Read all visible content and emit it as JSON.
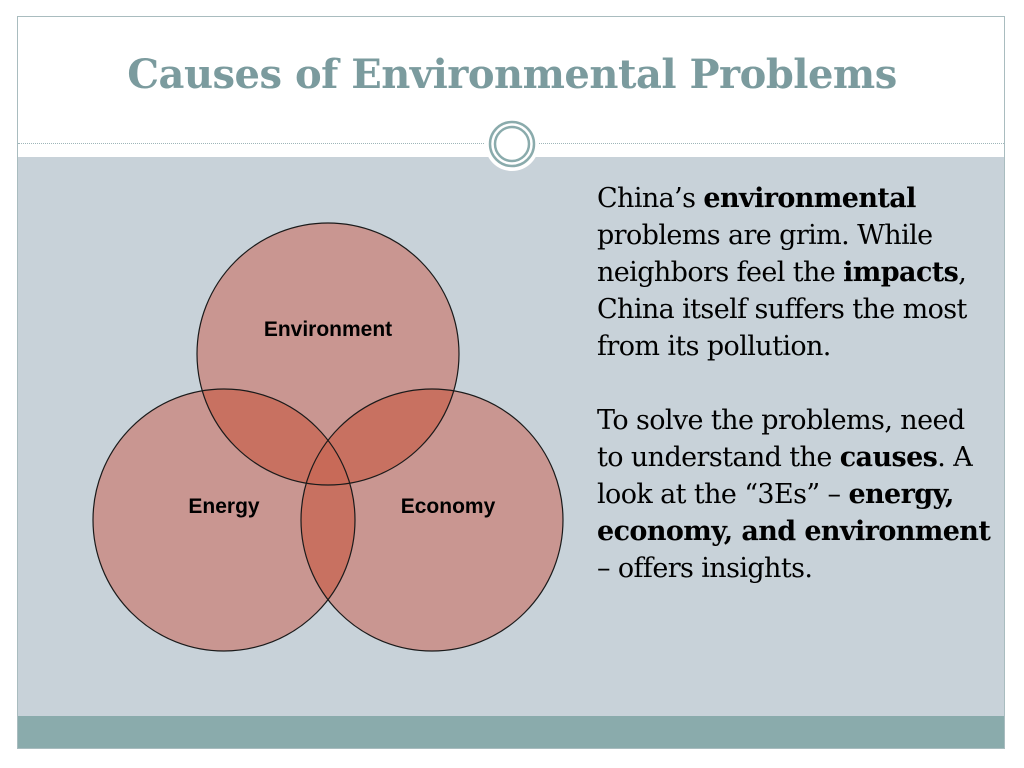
{
  "slide": {
    "title": "Causes of Environmental Problems"
  },
  "colors": {
    "title": "#7b9b9e",
    "content_background": "#c8d2d9",
    "footer_bar": "#8aabac",
    "circle_fill": "#c98c84",
    "overlap_fill": "#c86a58"
  },
  "venn": {
    "top_label": "Environment",
    "left_label": "Energy",
    "right_label": "Economy"
  },
  "text": {
    "p1": {
      "a": "China’s ",
      "b_environmental": "environmental",
      "c": " problems are grim. While neighbors feel the ",
      "d_impacts": "impacts",
      "e": ", China itself suffers the most from its pollution."
    },
    "p2": {
      "a": "To solve the problems, need to understand the ",
      "b_causes": "causes",
      "c": ".  A look at the “3Es” – ",
      "d_bold": "energy, economy, and environment",
      "e": " – offers insights."
    }
  }
}
